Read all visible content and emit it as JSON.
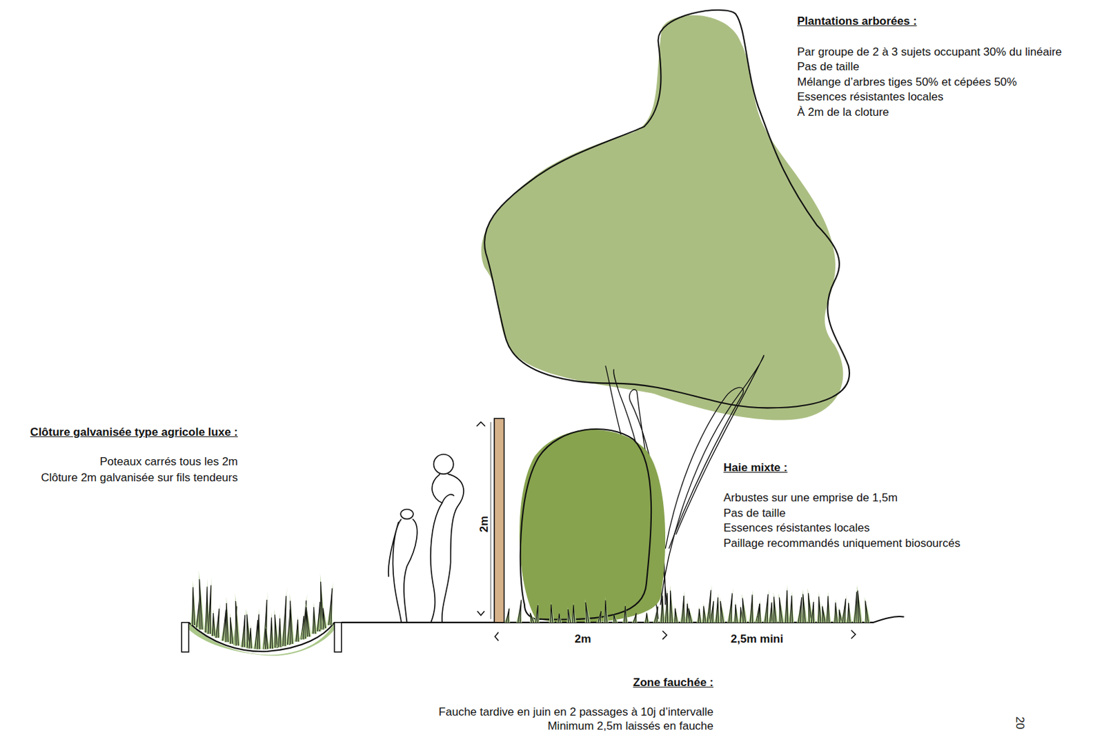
{
  "diagram": {
    "labels": [
      "Plantations arborées :",
      "Par groupe de 2 à 3 sujets occupant 30% du linéaire",
      "Pas de taille",
      "Mélange d’arbres tiges 50% et cépées 50%",
      "Essences résistantes locales",
      "À 2m de la cloture",
      "Clôture galvanisée type agricole luxe :",
      "Poteaux carrés tous les 2m",
      "Clôture 2m galvanisée sur fils tendeurs",
      "Haie mixte :",
      "Arbustes sur une emprise de 1,5m",
      "Pas de taille",
      "Essences résistantes locales",
      "Paillage recommandés uniquement biosourcés",
      "2m",
      "2m",
      "2,5m mini",
      "Zone fauchée :",
      "Fauche tardive en juin en 2 passages à 10j d’intervalle",
      "Minimum 2,5m laissés en fauche",
      "20"
    ]
  }
}
